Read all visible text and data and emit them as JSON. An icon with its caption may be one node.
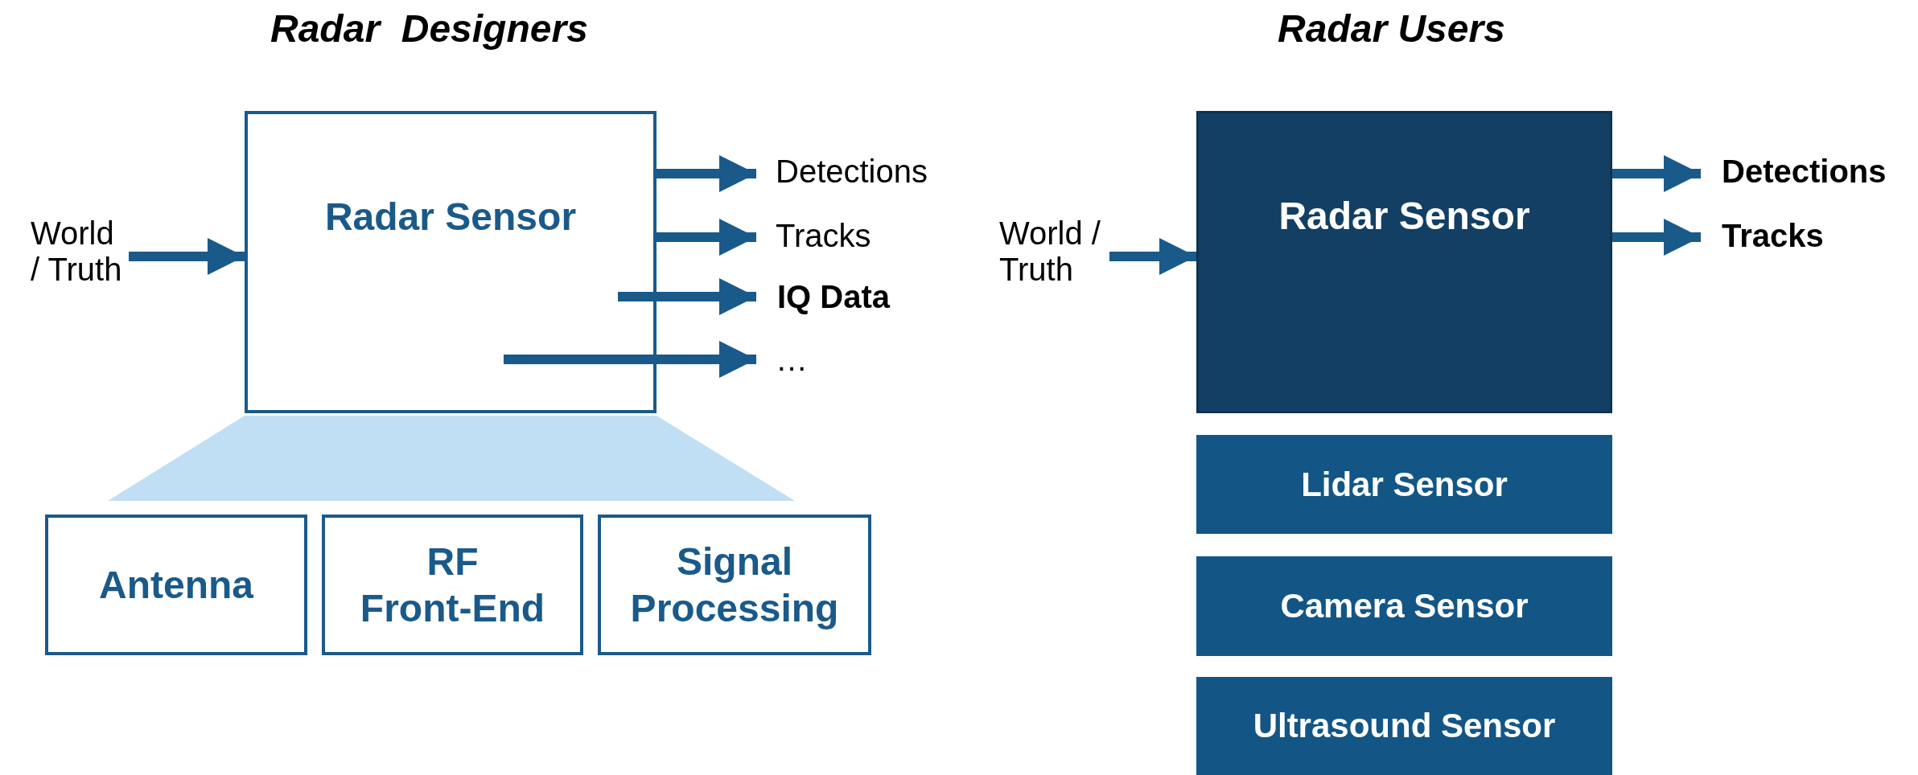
{
  "diagram": {
    "nodes": [
      {
        "text": [
          "World / Truth"
        ]
      },
      {
        "text": [
          "Radar Sensor"
        ]
      },
      {
        "text": [
          "Detections"
        ]
      },
      {
        "text": [
          "Tracks"
        ]
      },
      {
        "text": [
          "IQ Data"
        ]
      },
      {
        "text": [
          "…"
        ]
      },
      {
        "text": [],
        "shape": "trapezoid"
      },
      {
        "text": [
          "Antenna"
        ]
      },
      {
        "text": [
          "RF Front-End"
        ]
      },
      {
        "text": [
          "Signal Processing"
        ]
      },
      {
        "text": [
          "World / Truth"
        ]
      },
      {
        "text": [
          "Radar Sensor"
        ]
      },
      {
        "text": [
          "Detections"
        ]
      },
      {
        "text": [
          "Tracks"
        ]
      },
      {
        "text": [
          "Lidar Sensor"
        ]
      },
      {
        "text": [
          "Camera Sensor"
        ]
      },
      {
        "text": [
          "Ultrasound Sensor"
        ]
      }
    ],
    "edges": [
      {
        "from": 0,
        "to": 1,
        "arrow": "to"
      },
      {
        "from": 1,
        "to": 2,
        "arrow": "to"
      },
      {
        "from": 1,
        "to": 3,
        "arrow": "to"
      },
      {
        "from": 1,
        "to": 4,
        "arrow": "to"
      },
      {
        "from": 1,
        "to": 5,
        "arrow": "to"
      },
      {
        "from": 10,
        "to": 11,
        "arrow": "to"
      },
      {
        "from": 11,
        "to": 12,
        "arrow": "to"
      },
      {
        "from": 11,
        "to": 13,
        "arrow": "to"
      }
    ],
    "labels": [
      "Radar  Designers",
      "Radar Users"
    ]
  }
}
